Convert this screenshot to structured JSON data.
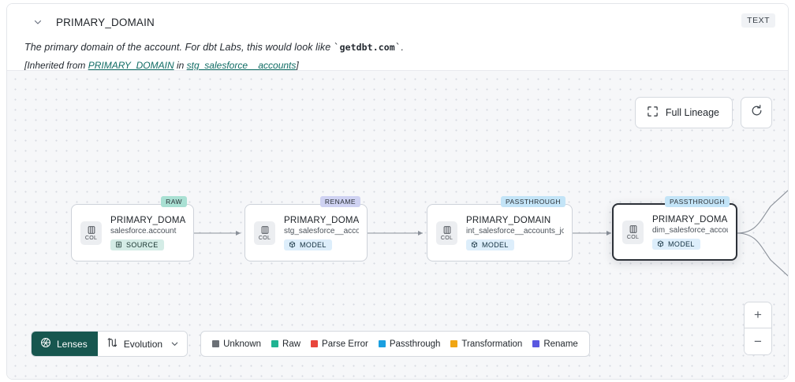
{
  "header": {
    "title": "PRIMARY_DOMAIN",
    "type_badge": "TEXT",
    "chevron_icon": "chevron-down-icon",
    "description_pre": "The primary domain of the account. For dbt Labs, this would look like ",
    "description_code": "getdbt.com",
    "description_post": ".",
    "inherited_prefix": "[Inherited from ",
    "inherited_column_link": "PRIMARY_DOMAIN",
    "inherited_mid": " in ",
    "inherited_model_link": "stg_salesforce__accounts",
    "inherited_suffix": "]"
  },
  "toolbar": {
    "full_lineage_label": "Full Lineage",
    "full_lineage_icon": "expand-corners-icon",
    "refresh_icon": "refresh-icon",
    "zoom_in_label": "+",
    "zoom_out_label": "−"
  },
  "lineage": {
    "nodes": [
      {
        "tag": "RAW",
        "tag_class": "tag-raw",
        "chip_label": "COL",
        "title": "PRIMARY_DOMAIN__C",
        "subtitle": "salesforce.account",
        "kind": "SOURCE",
        "kind_class": "source",
        "selected": false
      },
      {
        "tag": "RENAME",
        "tag_class": "tag-rename",
        "chip_label": "COL",
        "title": "PRIMARY_DOMAIN",
        "subtitle": "stg_salesforce__accounts",
        "kind": "MODEL",
        "kind_class": "model",
        "selected": false
      },
      {
        "tag": "PASSTHROUGH",
        "tag_class": "tag-passthrough",
        "chip_label": "COL",
        "title": "PRIMARY_DOMAIN",
        "subtitle": "int_salesforce__accounts_joined",
        "kind": "MODEL",
        "kind_class": "model",
        "selected": false
      },
      {
        "tag": "PASSTHROUGH",
        "tag_class": "tag-passthrough",
        "chip_label": "COL",
        "title": "PRIMARY_DOMAIN",
        "subtitle": "dim_salesforce_accounts",
        "kind": "MODEL",
        "kind_class": "model",
        "selected": true
      }
    ]
  },
  "bottom": {
    "lenses_label": "Lenses",
    "lenses_icon": "aperture-icon",
    "evolution_label": "Evolution",
    "evolution_icon": "flow-path-icon",
    "evolution_chevron_icon": "chevron-down-icon",
    "legend": [
      {
        "label": "Unknown",
        "color": "#6b7076"
      },
      {
        "label": "Raw",
        "color": "#1fb392"
      },
      {
        "label": "Parse Error",
        "color": "#e8453c"
      },
      {
        "label": "Passthrough",
        "color": "#1a9fe0"
      },
      {
        "label": "Transformation",
        "color": "#f0a513"
      },
      {
        "label": "Rename",
        "color": "#5a58e0"
      }
    ]
  },
  "colors": {
    "accent_teal": "#17564f",
    "link_teal": "#0e6b63",
    "canvas_bg": "#f6f7f9",
    "selected_border": "#2c3138"
  }
}
